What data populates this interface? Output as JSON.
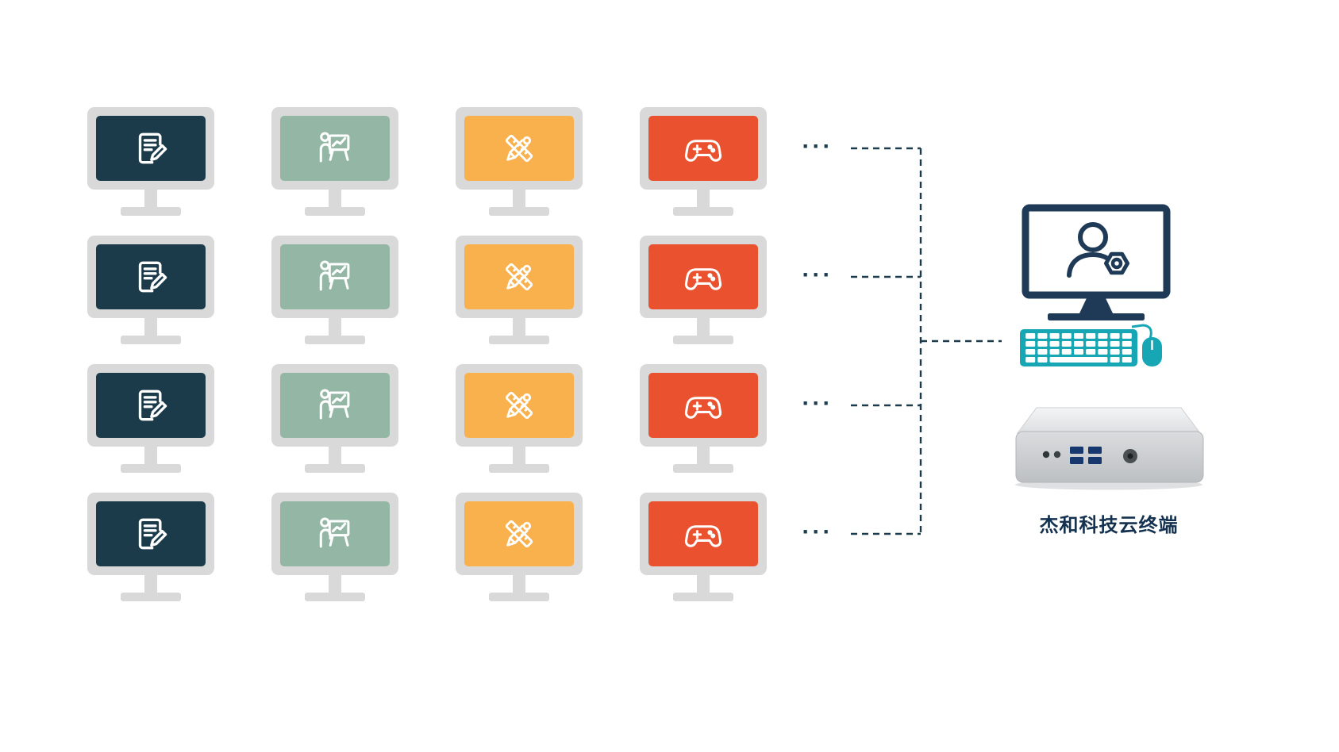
{
  "diagram": {
    "grid": {
      "rows": 4,
      "ellipsis": "···",
      "bezel_color": "#d9d9d9",
      "columns": [
        {
          "id": "office-document",
          "icon_name": "document-edit-icon",
          "icon_symbol": "icon-doc",
          "screen_color": "#1c3b4a"
        },
        {
          "id": "presentation",
          "icon_name": "presentation-chart-icon",
          "icon_symbol": "icon-present",
          "screen_color": "#93b7a4"
        },
        {
          "id": "design",
          "icon_name": "ruler-pencil-icon",
          "icon_symbol": "icon-design",
          "screen_color": "#f9b14e"
        },
        {
          "id": "gaming",
          "icon_name": "gamepad-icon",
          "icon_symbol": "icon-game",
          "screen_color": "#e9512f"
        }
      ]
    },
    "connectors": {
      "color": "#1c3c4e",
      "style": "dashed"
    },
    "terminal": {
      "label": "杰和科技云终端",
      "monitor_icon_name": "user-settings-icon",
      "outline_color": "#1e3a56",
      "keyboard_color": "#17a7b4",
      "label_color": "#14324f"
    }
  }
}
